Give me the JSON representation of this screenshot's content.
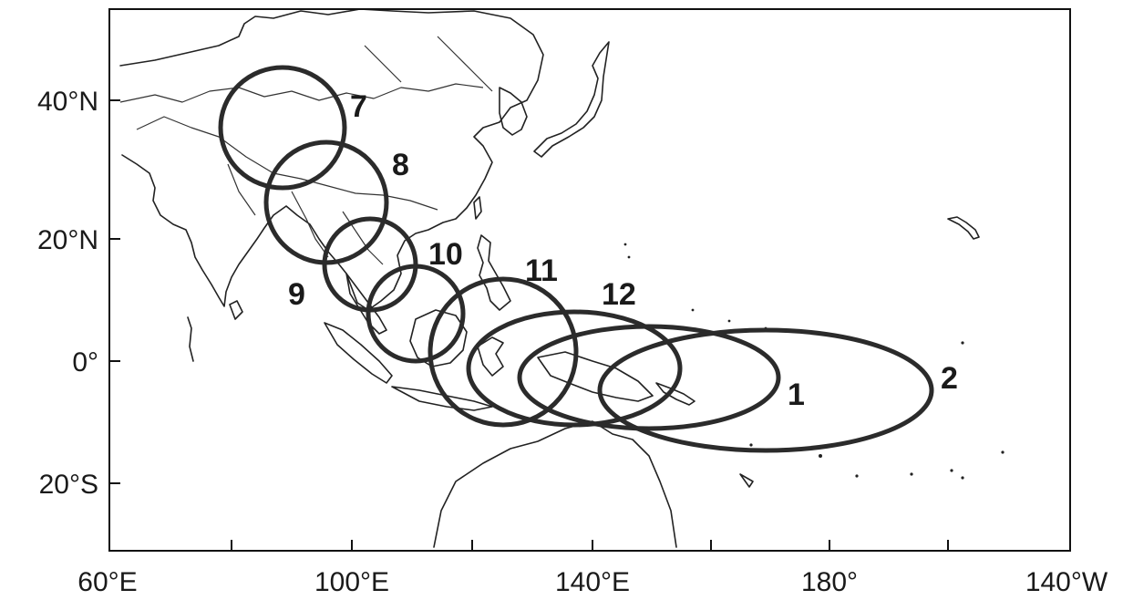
{
  "map": {
    "x_labels": [
      "60°E",
      "100°E",
      "140°E",
      "180°",
      "140°W"
    ],
    "y_labels": [
      "40°N",
      "20°N",
      "0°",
      "20°S"
    ],
    "colors": {
      "contour": "#2b2b2b",
      "coast": "#222222",
      "background": "#ffffff"
    },
    "contours": [
      {
        "label": "7"
      },
      {
        "label": "8"
      },
      {
        "label": "9"
      },
      {
        "label": "10"
      },
      {
        "label": "11"
      },
      {
        "label": "12"
      },
      {
        "label": "1"
      },
      {
        "label": "2"
      }
    ]
  }
}
